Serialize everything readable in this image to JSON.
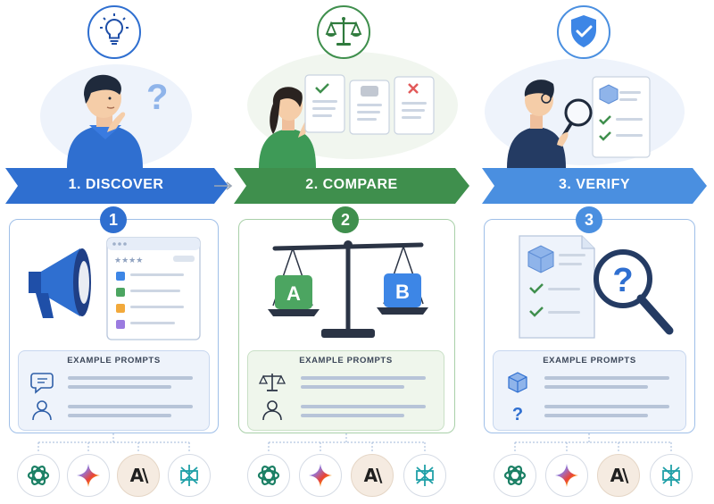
{
  "steps": [
    {
      "banner_label": "1. DISCOVER",
      "number": "1",
      "prompts_title": "EXAMPLE PROMPTS",
      "top_icon": "lightbulb-icon",
      "prompt_icons": [
        "chat-icon",
        "person-icon"
      ],
      "color": "#2f6fd0"
    },
    {
      "banner_label": "2. COMPARE",
      "number": "2",
      "prompts_title": "EXAMPLE PROMPTS",
      "top_icon": "scales-icon",
      "prompt_icons": [
        "scales-icon",
        "person-icon"
      ],
      "color": "#3f8f4d",
      "scale_left_label": "A",
      "scale_right_label": "B"
    },
    {
      "banner_label": "3. VERIFY",
      "number": "3",
      "prompts_title": "EXAMPLE PROMPTS",
      "top_icon": "shield-check-icon",
      "prompt_icons": [
        "cube-icon",
        "question-icon"
      ],
      "color": "#4a8fe0"
    }
  ],
  "ai_logos": [
    "openai-logo",
    "gemini-logo",
    "anthropic-logo",
    "perplexity-logo"
  ],
  "anthropic_mark": "A\\"
}
